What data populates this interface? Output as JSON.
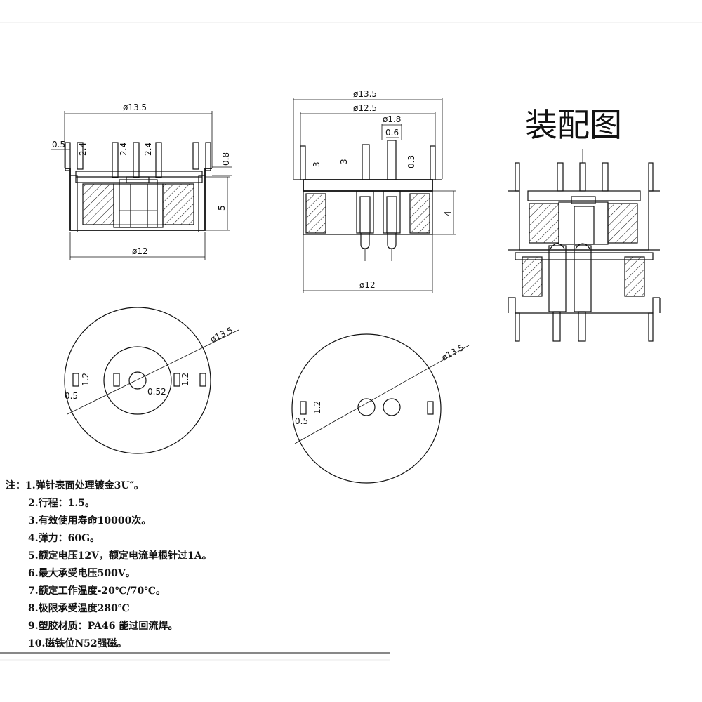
{
  "dims": {
    "d13_5": "ø13.5",
    "d12_5": "ø12.5",
    "d12": "ø12",
    "d1_8": "ø1.8",
    "v0_5": "0.5",
    "v0_6": "0.6",
    "v0_8": "0.8",
    "v0_3": "0.3",
    "v2_4": "2.4",
    "v3": "3",
    "v4": "4",
    "v5": "5",
    "v1_2": "1.2",
    "v0_52": "0.52"
  },
  "assembly_title": "装配图",
  "notes": [
    "注：1.弹针表面处理镀金3U″。",
    "2.行程：1.5。",
    "3.有效使用寿命10000次。",
    "4.弹力：60G。",
    "5.额定电压12V，额定电流单根针过1A。",
    "6.最大承受电压500V。",
    "7.额定工作温度-20℃/70℃。",
    "8.极限承受温度280℃",
    "9.塑胶材质：PA46 能过回流焊。",
    "10.磁铁位N52强磁。"
  ]
}
